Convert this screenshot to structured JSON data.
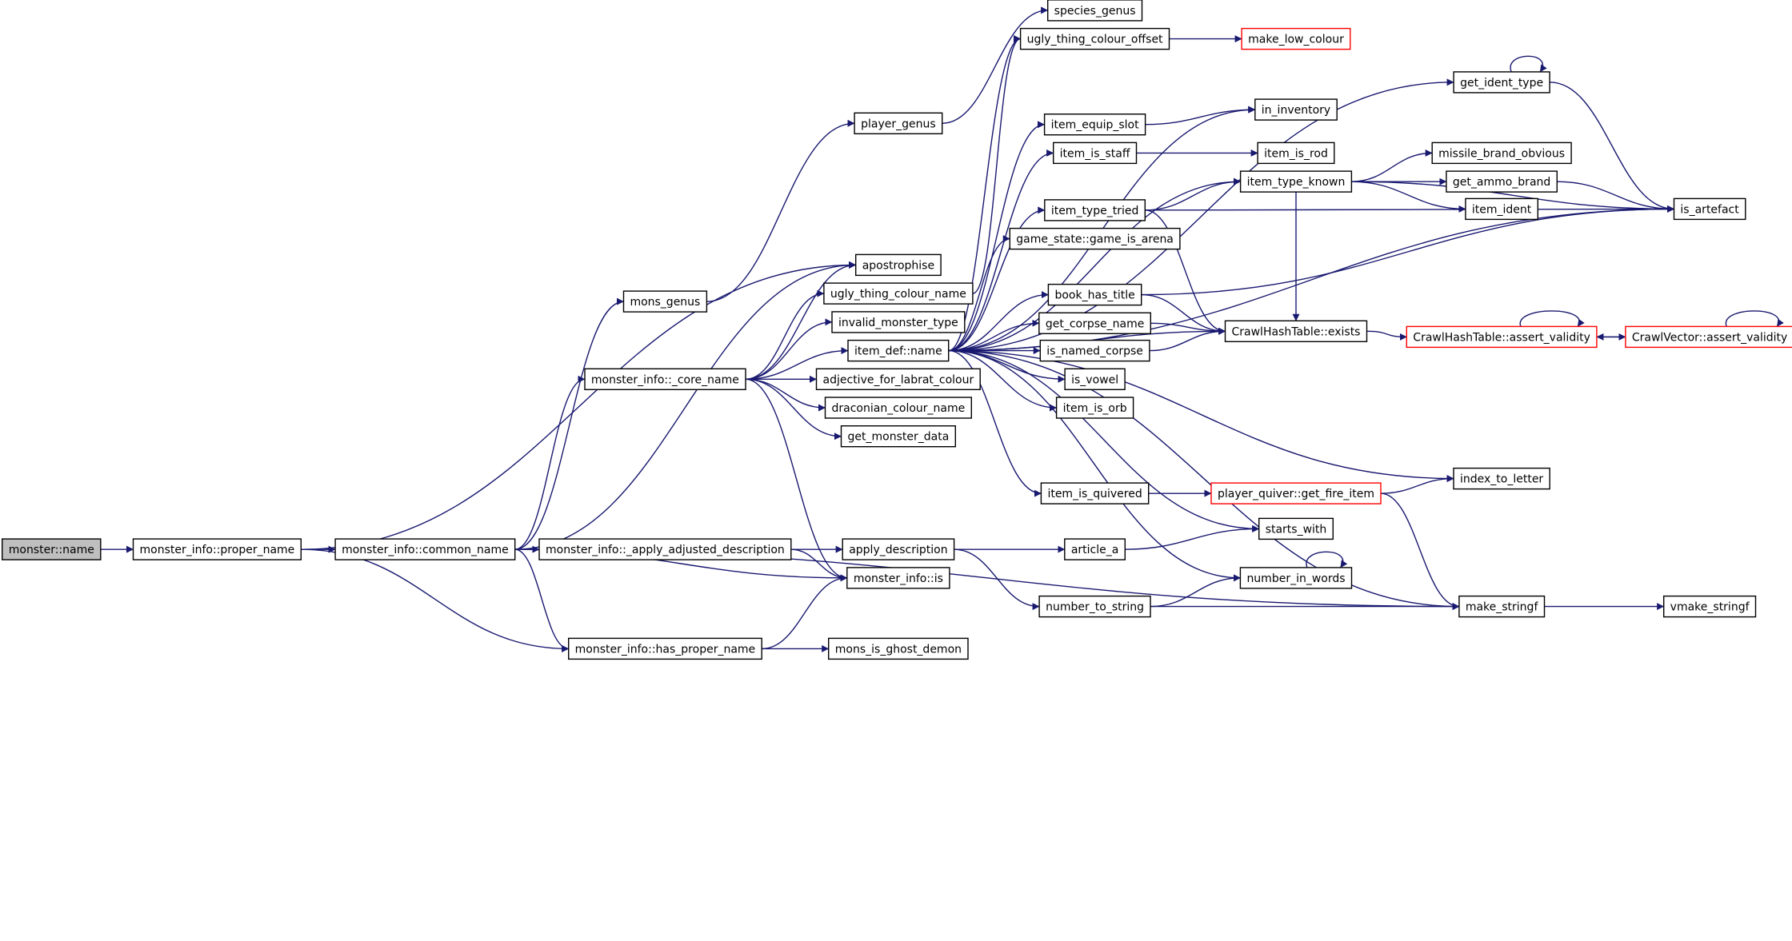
{
  "diagram": {
    "type": "call graph",
    "nodes": [
      {
        "id": "monster_name",
        "label": "monster::name",
        "style": "root"
      },
      {
        "id": "mi_proper_name",
        "label": "monster_info::proper_name",
        "style": "normal"
      },
      {
        "id": "mi_common_name",
        "label": "monster_info::common_name",
        "style": "normal"
      },
      {
        "id": "apostrophise",
        "label": "apostrophise",
        "style": "normal"
      },
      {
        "id": "mons_genus",
        "label": "mons_genus",
        "style": "normal"
      },
      {
        "id": "player_genus",
        "label": "player_genus",
        "style": "normal"
      },
      {
        "id": "species_genus",
        "label": "species_genus",
        "style": "normal"
      },
      {
        "id": "ugly_thing_colour_offset",
        "label": "ugly_thing_colour_offset",
        "style": "normal"
      },
      {
        "id": "make_low_colour",
        "label": "make_low_colour",
        "style": "red"
      },
      {
        "id": "mi_core_name",
        "label": "monster_info::_core_name",
        "style": "normal"
      },
      {
        "id": "ugly_thing_colour_name",
        "label": "ugly_thing_colour_name",
        "style": "normal"
      },
      {
        "id": "invalid_monster_type",
        "label": "invalid_monster_type",
        "style": "normal"
      },
      {
        "id": "item_def_name",
        "label": "item_def::name",
        "style": "normal"
      },
      {
        "id": "adjective_for_labrat_colour",
        "label": "adjective_for_labrat_colour",
        "style": "normal"
      },
      {
        "id": "draconian_colour_name",
        "label": "draconian_colour_name",
        "style": "normal"
      },
      {
        "id": "get_monster_data",
        "label": "get_monster_data",
        "style": "normal"
      },
      {
        "id": "mi_apply_adj_desc",
        "label": "monster_info::_apply_adjusted_description",
        "style": "normal"
      },
      {
        "id": "apply_description",
        "label": "apply_description",
        "style": "normal"
      },
      {
        "id": "mi_is",
        "label": "monster_info::is",
        "style": "normal"
      },
      {
        "id": "mi_has_proper_name",
        "label": "monster_info::has_proper_name",
        "style": "normal"
      },
      {
        "id": "mons_is_ghost_demon",
        "label": "mons_is_ghost_demon",
        "style": "normal"
      },
      {
        "id": "get_ident_type",
        "label": "get_ident_type",
        "style": "normal"
      },
      {
        "id": "in_inventory",
        "label": "in_inventory",
        "style": "normal"
      },
      {
        "id": "item_equip_slot",
        "label": "item_equip_slot",
        "style": "normal"
      },
      {
        "id": "item_is_staff",
        "label": "item_is_staff",
        "style": "normal"
      },
      {
        "id": "item_is_rod",
        "label": "item_is_rod",
        "style": "normal"
      },
      {
        "id": "item_type_known",
        "label": "item_type_known",
        "style": "normal"
      },
      {
        "id": "missile_brand_obvious",
        "label": "missile_brand_obvious",
        "style": "normal"
      },
      {
        "id": "get_ammo_brand",
        "label": "get_ammo_brand",
        "style": "normal"
      },
      {
        "id": "item_ident",
        "label": "item_ident",
        "style": "normal"
      },
      {
        "id": "item_type_tried",
        "label": "item_type_tried",
        "style": "normal"
      },
      {
        "id": "is_artefact",
        "label": "is_artefact",
        "style": "normal"
      },
      {
        "id": "game_is_arena",
        "label": "game_state::game_is_arena",
        "style": "normal"
      },
      {
        "id": "book_has_title",
        "label": "book_has_title",
        "style": "normal"
      },
      {
        "id": "get_corpse_name",
        "label": "get_corpse_name",
        "style": "normal"
      },
      {
        "id": "crawl_hash_exists",
        "label": "CrawlHashTable::exists",
        "style": "normal"
      },
      {
        "id": "crawl_hash_assert",
        "label": "CrawlHashTable::assert_validity",
        "style": "red"
      },
      {
        "id": "crawl_vector_assert",
        "label": "CrawlVector::assert_validity",
        "style": "red"
      },
      {
        "id": "is_named_corpse",
        "label": "is_named_corpse",
        "style": "normal"
      },
      {
        "id": "is_vowel",
        "label": "is_vowel",
        "style": "normal"
      },
      {
        "id": "item_is_orb",
        "label": "item_is_orb",
        "style": "normal"
      },
      {
        "id": "index_to_letter",
        "label": "index_to_letter",
        "style": "normal"
      },
      {
        "id": "item_is_quivered",
        "label": "item_is_quivered",
        "style": "normal"
      },
      {
        "id": "player_quiver_get_fire_item",
        "label": "player_quiver::get_fire_item",
        "style": "red"
      },
      {
        "id": "starts_with",
        "label": "starts_with",
        "style": "normal"
      },
      {
        "id": "article_a",
        "label": "article_a",
        "style": "normal"
      },
      {
        "id": "number_in_words",
        "label": "number_in_words",
        "style": "normal"
      },
      {
        "id": "number_to_string",
        "label": "number_to_string",
        "style": "normal"
      },
      {
        "id": "make_stringf",
        "label": "make_stringf",
        "style": "normal"
      },
      {
        "id": "vmake_stringf",
        "label": "vmake_stringf",
        "style": "normal"
      }
    ],
    "edges": [
      {
        "from": "monster_name",
        "to": "mi_proper_name"
      },
      {
        "from": "mi_proper_name",
        "to": "mi_common_name"
      },
      {
        "from": "mi_proper_name",
        "to": "apostrophise"
      },
      {
        "from": "mi_proper_name",
        "to": "mi_has_proper_name"
      },
      {
        "from": "mi_common_name",
        "to": "apostrophise"
      },
      {
        "from": "mi_common_name",
        "to": "mons_genus"
      },
      {
        "from": "mi_common_name",
        "to": "mi_core_name"
      },
      {
        "from": "mi_common_name",
        "to": "mi_apply_adj_desc"
      },
      {
        "from": "mi_common_name",
        "to": "mi_is"
      },
      {
        "from": "mi_common_name",
        "to": "mi_has_proper_name"
      },
      {
        "from": "mi_common_name",
        "to": "make_stringf"
      },
      {
        "from": "mons_genus",
        "to": "player_genus"
      },
      {
        "from": "player_genus",
        "to": "species_genus"
      },
      {
        "from": "mi_core_name",
        "to": "apostrophise"
      },
      {
        "from": "mi_core_name",
        "to": "ugly_thing_colour_name"
      },
      {
        "from": "mi_core_name",
        "to": "invalid_monster_type"
      },
      {
        "from": "mi_core_name",
        "to": "item_def_name"
      },
      {
        "from": "mi_core_name",
        "to": "adjective_for_labrat_colour"
      },
      {
        "from": "mi_core_name",
        "to": "draconian_colour_name"
      },
      {
        "from": "mi_core_name",
        "to": "get_monster_data"
      },
      {
        "from": "mi_core_name",
        "to": "mi_is"
      },
      {
        "from": "ugly_thing_colour_name",
        "to": "ugly_thing_colour_offset"
      },
      {
        "from": "ugly_thing_colour_offset",
        "to": "make_low_colour"
      },
      {
        "from": "mi_apply_adj_desc",
        "to": "apply_description"
      },
      {
        "from": "mi_apply_adj_desc",
        "to": "mi_is"
      },
      {
        "from": "apply_description",
        "to": "article_a"
      },
      {
        "from": "apply_description",
        "to": "number_to_string"
      },
      {
        "from": "mi_has_proper_name",
        "to": "mi_is"
      },
      {
        "from": "mi_has_proper_name",
        "to": "mons_is_ghost_demon"
      },
      {
        "from": "item_def_name",
        "to": "get_ident_type"
      },
      {
        "from": "item_def_name",
        "to": "in_inventory"
      },
      {
        "from": "item_def_name",
        "to": "item_equip_slot"
      },
      {
        "from": "item_def_name",
        "to": "item_is_staff"
      },
      {
        "from": "item_def_name",
        "to": "item_type_known"
      },
      {
        "from": "item_def_name",
        "to": "item_type_tried"
      },
      {
        "from": "item_def_name",
        "to": "game_is_arena"
      },
      {
        "from": "item_def_name",
        "to": "is_artefact"
      },
      {
        "from": "item_def_name",
        "to": "book_has_title"
      },
      {
        "from": "item_def_name",
        "to": "get_corpse_name"
      },
      {
        "from": "item_def_name",
        "to": "is_named_corpse"
      },
      {
        "from": "item_def_name",
        "to": "is_vowel"
      },
      {
        "from": "item_def_name",
        "to": "item_is_orb"
      },
      {
        "from": "item_def_name",
        "to": "crawl_hash_exists"
      },
      {
        "from": "item_def_name",
        "to": "index_to_letter"
      },
      {
        "from": "item_def_name",
        "to": "item_is_quivered"
      },
      {
        "from": "item_def_name",
        "to": "starts_with"
      },
      {
        "from": "item_def_name",
        "to": "number_in_words"
      },
      {
        "from": "item_def_name",
        "to": "make_stringf"
      },
      {
        "from": "item_def_name",
        "to": "ugly_thing_colour_offset"
      },
      {
        "from": "get_ident_type",
        "to": "get_ident_type"
      },
      {
        "from": "get_ident_type",
        "to": "is_artefact"
      },
      {
        "from": "item_equip_slot",
        "to": "in_inventory"
      },
      {
        "from": "item_is_staff",
        "to": "item_is_rod"
      },
      {
        "from": "item_type_known",
        "to": "missile_brand_obvious"
      },
      {
        "from": "item_type_known",
        "to": "get_ammo_brand"
      },
      {
        "from": "item_type_known",
        "to": "item_ident"
      },
      {
        "from": "item_type_known",
        "to": "is_artefact"
      },
      {
        "from": "item_type_known",
        "to": "crawl_hash_exists"
      },
      {
        "from": "get_ammo_brand",
        "to": "is_artefact"
      },
      {
        "from": "item_type_tried",
        "to": "item_type_known"
      },
      {
        "from": "item_type_tried",
        "to": "is_artefact"
      },
      {
        "from": "item_type_tried",
        "to": "crawl_hash_exists"
      },
      {
        "from": "book_has_title",
        "to": "crawl_hash_exists"
      },
      {
        "from": "book_has_title",
        "to": "is_artefact"
      },
      {
        "from": "get_corpse_name",
        "to": "crawl_hash_exists"
      },
      {
        "from": "is_named_corpse",
        "to": "crawl_hash_exists"
      },
      {
        "from": "crawl_hash_exists",
        "to": "crawl_hash_assert"
      },
      {
        "from": "crawl_hash_assert",
        "to": "crawl_hash_assert"
      },
      {
        "from": "crawl_hash_assert",
        "to": "crawl_vector_assert"
      },
      {
        "from": "crawl_vector_assert",
        "to": "crawl_vector_assert"
      },
      {
        "from": "crawl_vector_assert",
        "to": "crawl_hash_assert"
      },
      {
        "from": "item_is_quivered",
        "to": "player_quiver_get_fire_item"
      },
      {
        "from": "player_quiver_get_fire_item",
        "to": "index_to_letter"
      },
      {
        "from": "player_quiver_get_fire_item",
        "to": "make_stringf"
      },
      {
        "from": "article_a",
        "to": "starts_with"
      },
      {
        "from": "number_to_string",
        "to": "number_in_words"
      },
      {
        "from": "number_to_string",
        "to": "make_stringf"
      },
      {
        "from": "number_in_words",
        "to": "number_in_words"
      },
      {
        "from": "make_stringf",
        "to": "vmake_stringf"
      }
    ]
  }
}
